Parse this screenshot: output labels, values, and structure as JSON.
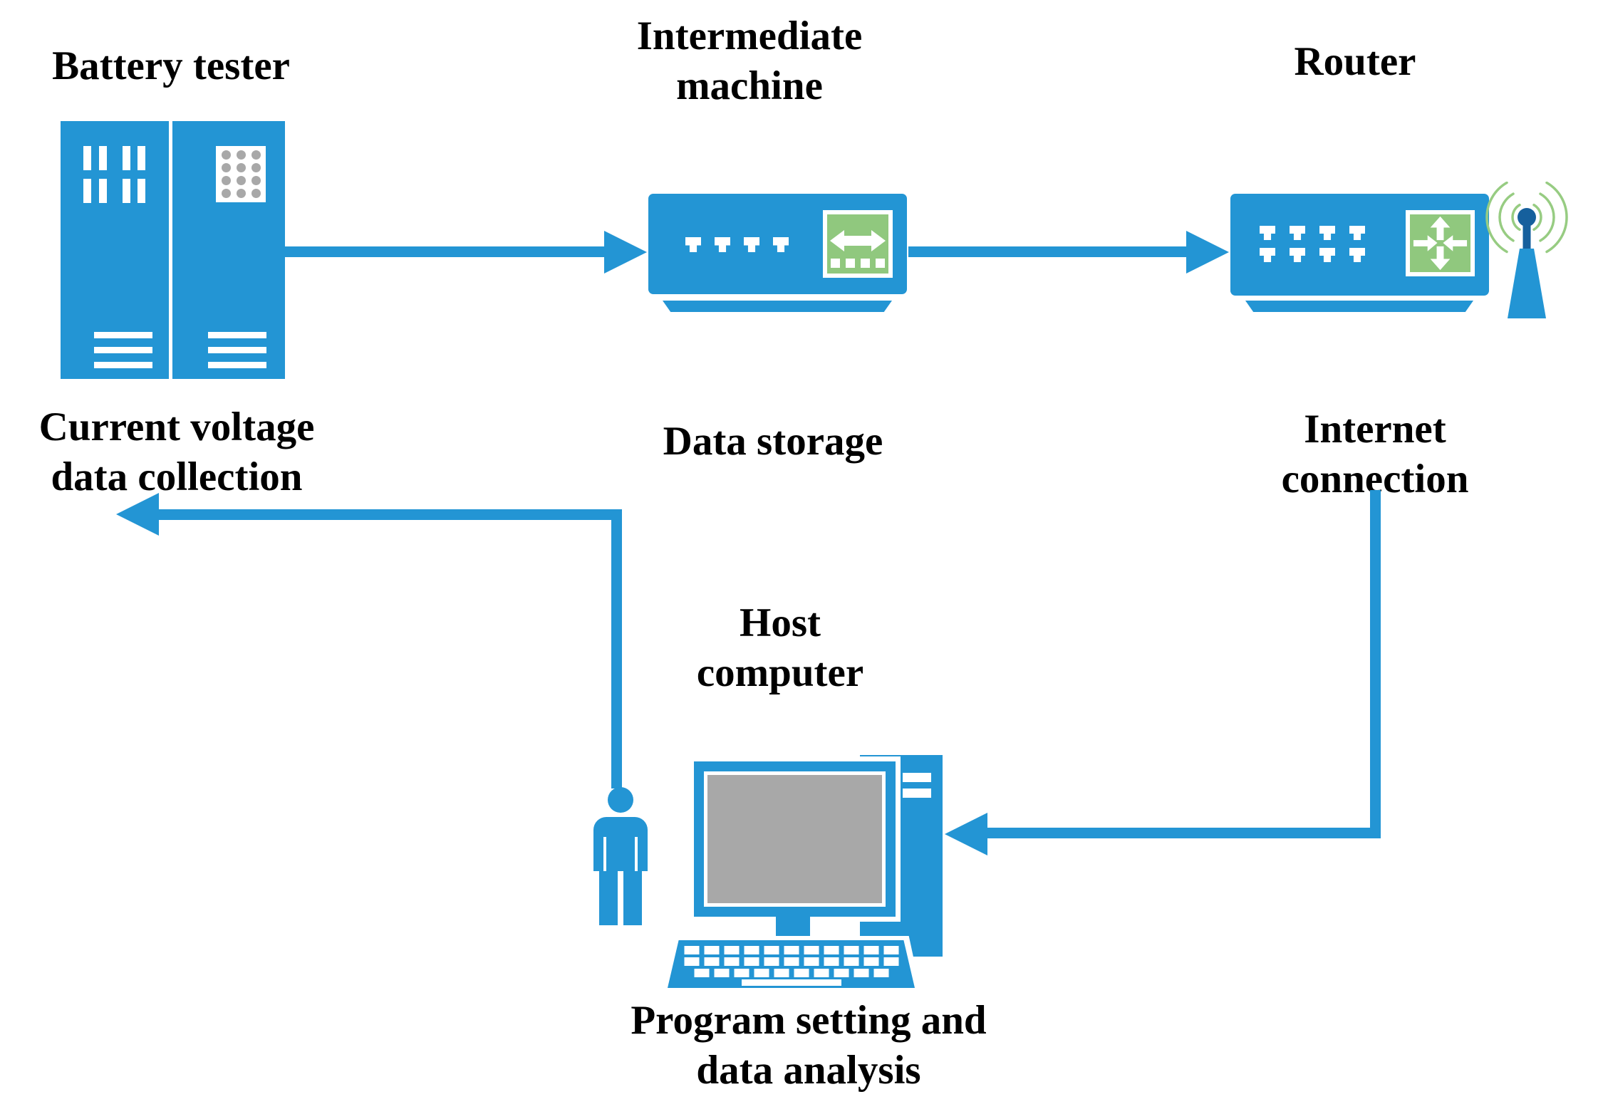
{
  "labels": {
    "battery_tester": {
      "line1": "Battery tester"
    },
    "intermediate_machine": {
      "line1": "Intermediate",
      "line2": "machine"
    },
    "router": {
      "line1": "Router"
    },
    "current_voltage": {
      "line1": "Current voltage",
      "line2": "data collection"
    },
    "data_storage": {
      "line1": "Data storage"
    },
    "internet_connection": {
      "line1": "Internet",
      "line2": "connection"
    },
    "host_computer": {
      "line1": "Host",
      "line2": "computer"
    },
    "program_setting": {
      "line1": "Program setting and",
      "line2": "data analysis"
    }
  },
  "icons": {
    "battery_tester": "two-door battery test cabinet with vent slots and keypad",
    "intermediate_machine": "network switch with 4 ethernet ports and double-arrow module",
    "router": "router with 8 ethernet ports, crossed-arrows module and wireless antenna",
    "host_computer": "desktop computer with tower, monitor, keyboard and operator person"
  },
  "colors": {
    "primary_blue": "#2395d4",
    "dark_blue": "#16609d",
    "module_green": "#90c87e",
    "arc_green": "#97cc82",
    "screen_gray": "#a8a8a8",
    "text_black": "#000000",
    "background": "#ffffff"
  }
}
